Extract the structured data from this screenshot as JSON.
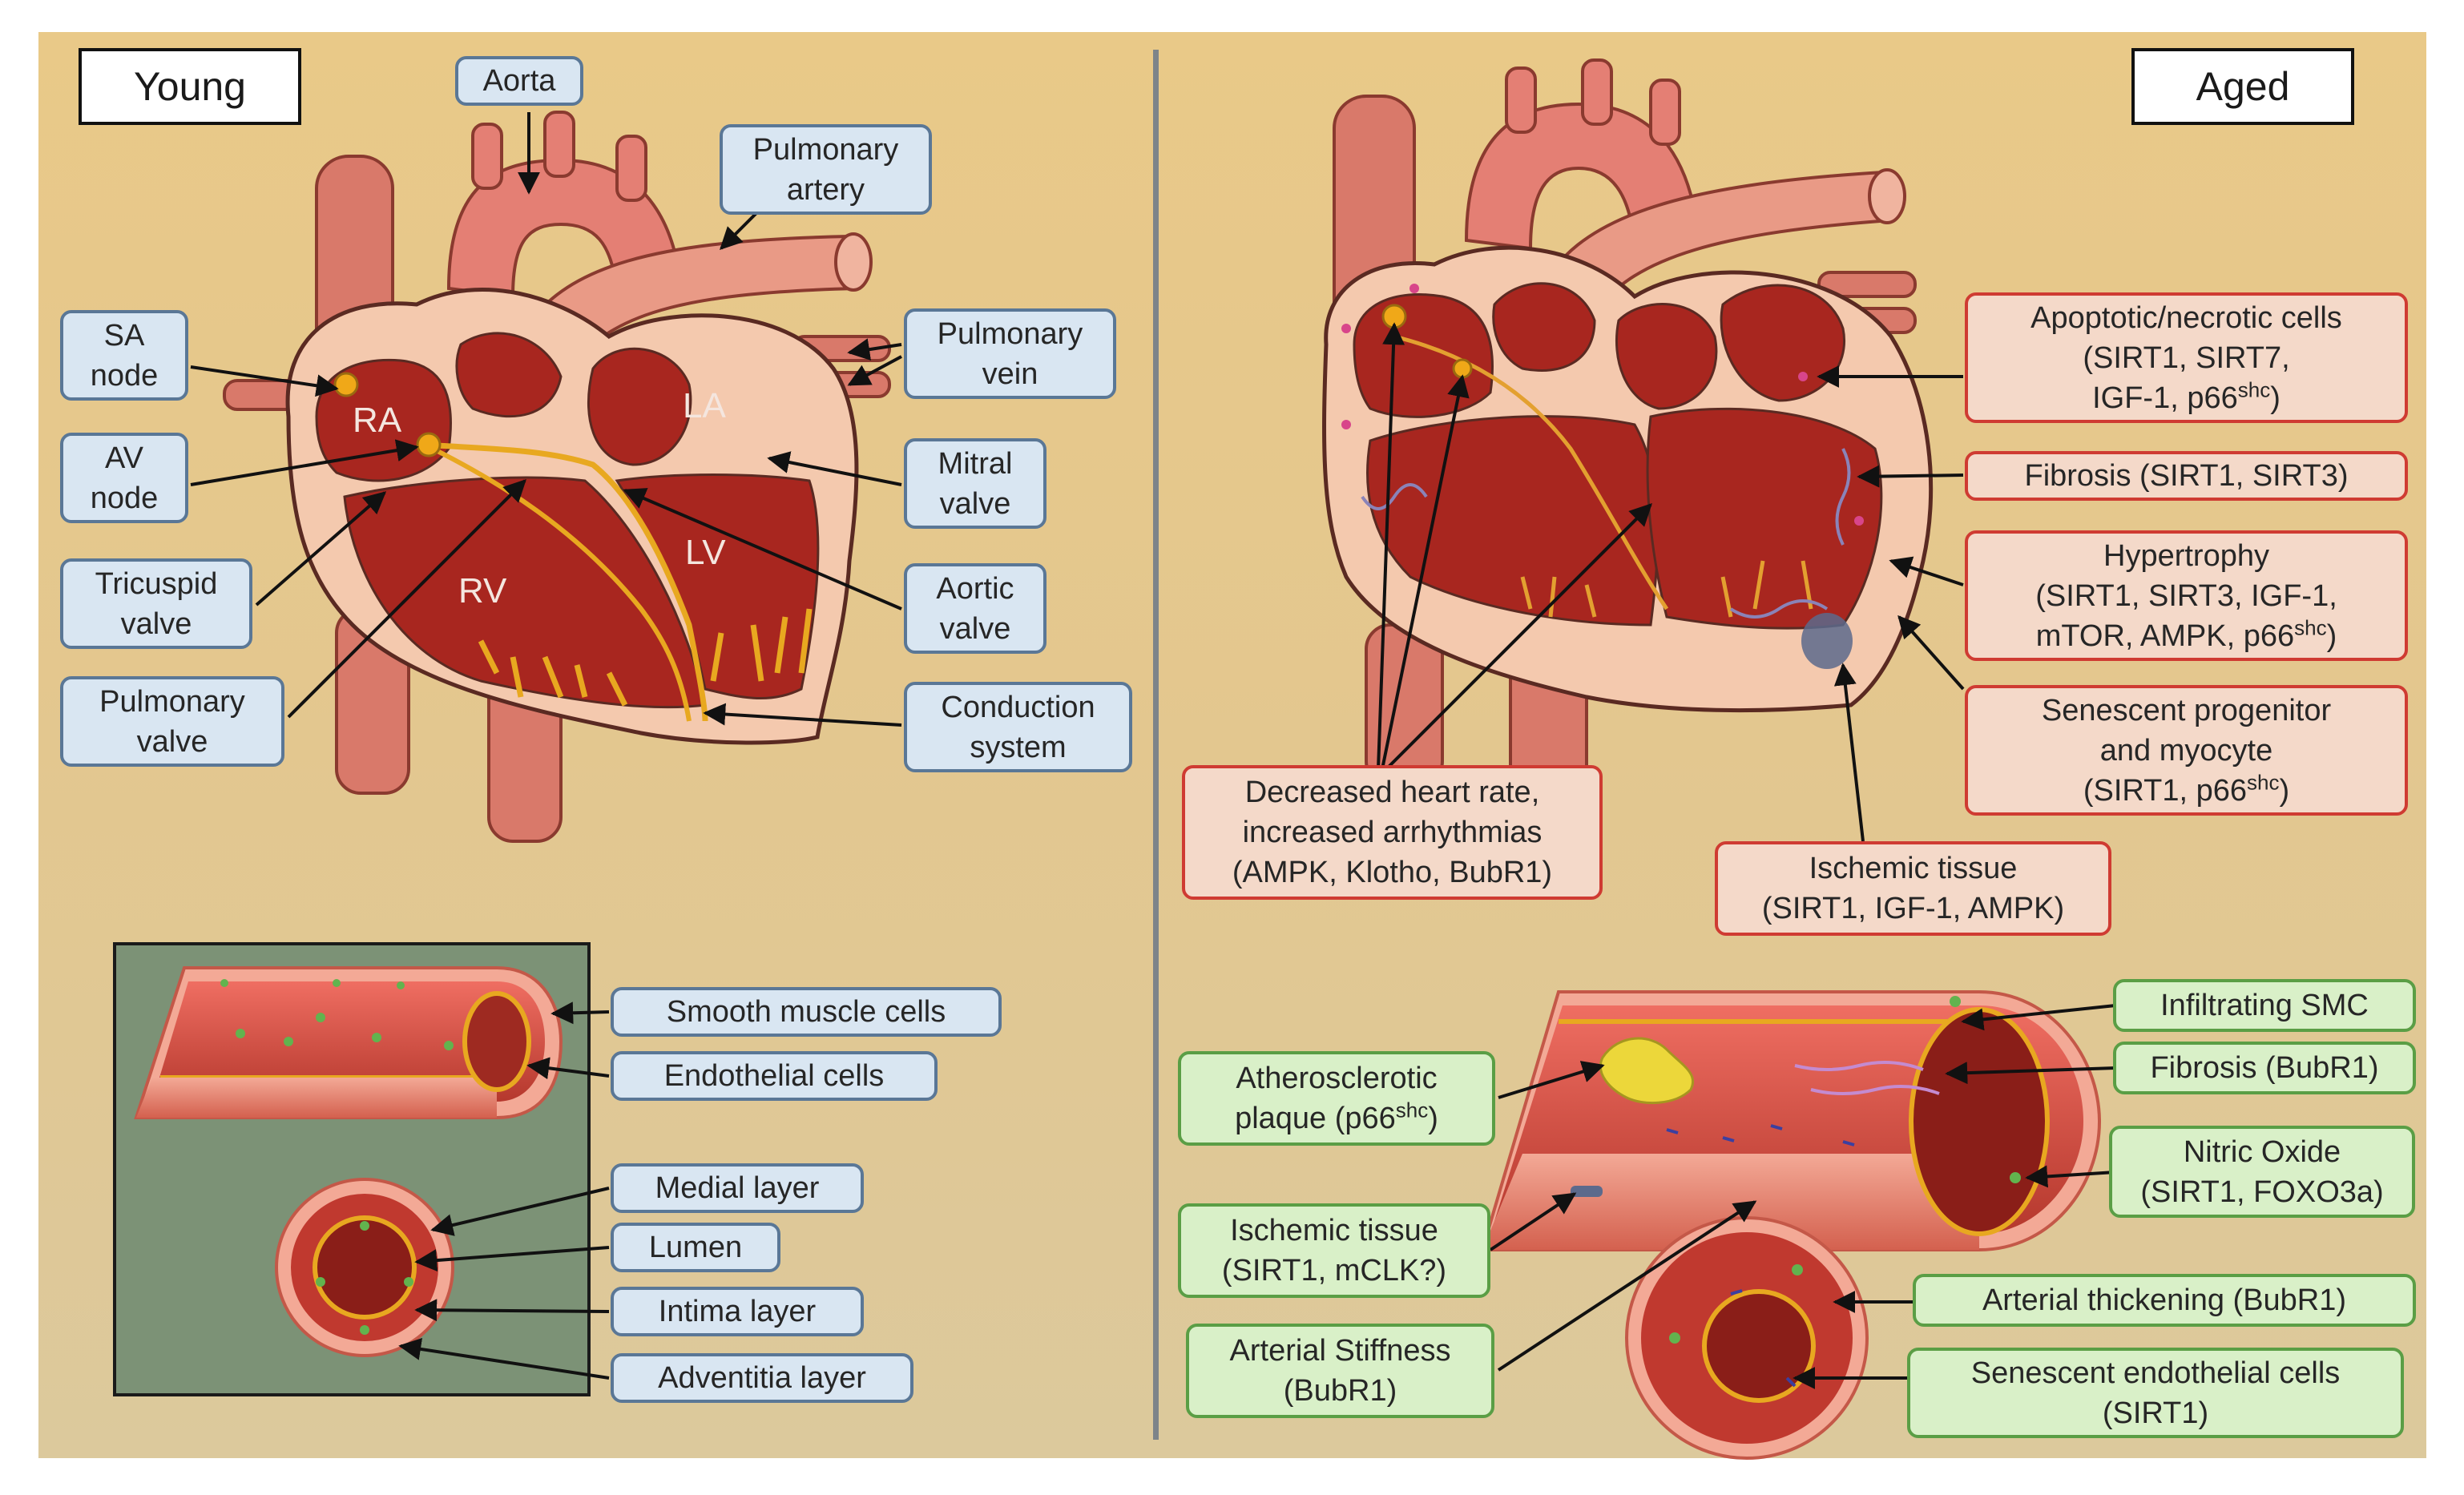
{
  "headers": {
    "young": "Young",
    "aged": "Aged"
  },
  "young": {
    "aorta": "Aorta",
    "pulmonary_artery": "Pulmonary\nartery",
    "sa_node": "SA\nnode",
    "av_node": "AV\nnode",
    "tricuspid_valve": "Tricuspid\nvalve",
    "pulmonary_valve": "Pulmonary\nvalve",
    "pulmonary_vein": "Pulmonary\nvein",
    "mitral_valve": "Mitral\nvalve",
    "aortic_valve": "Aortic\nvalve",
    "conduction_system": "Conduction\nsystem",
    "chambers": {
      "ra": "RA",
      "la": "LA",
      "rv": "RV",
      "lv": "LV"
    },
    "vessel": {
      "smooth_muscle_cells": "Smooth muscle cells",
      "endothelial_cells": "Endothelial cells",
      "medial_layer": "Medial layer",
      "lumen": "Lumen",
      "intima_layer": "Intima layer",
      "adventitia_layer": "Adventitia layer"
    }
  },
  "aged": {
    "apoptotic": {
      "line1": "Apoptotic/necrotic cells",
      "line2": "(SIRT1, SIRT7,",
      "line3_pre": "IGF-1, p66",
      "line3_sup": "shc",
      "line3_post": ")"
    },
    "fibrosis_heart": "Fibrosis (SIRT1, SIRT3)",
    "hypertrophy": {
      "line1": "Hypertrophy",
      "line2": "(SIRT1, SIRT3, IGF-1,",
      "line3_pre": "mTOR, AMPK, p66",
      "line3_sup": "shc",
      "line3_post": ")"
    },
    "senescent_progenitor": {
      "line1": "Senescent progenitor",
      "line2": "and myocyte",
      "line3_pre": "(SIRT1, p66",
      "line3_sup": "shc",
      "line3_post": ")"
    },
    "decreased_heart_rate": "Decreased heart rate,\nincreased arrhythmias\n(AMPK, Klotho, BubR1)",
    "ischemic_heart": "Ischemic tissue\n(SIRT1, IGF-1, AMPK)",
    "vessel": {
      "atherosclerotic": {
        "line1": "Atherosclerotic",
        "line2_pre": "plaque (p66",
        "line2_sup": "shc",
        "line2_post": ")"
      },
      "infiltrating_smc": "Infiltrating SMC",
      "fibrosis_vessel": "Fibrosis (BubR1)",
      "nitric_oxide": "Nitric Oxide\n(SIRT1, FOXO3a)",
      "ischemic_vessel": "Ischemic tissue\n(SIRT1, mCLK?)",
      "arterial_stiffness": "Arterial Stiffness\n(BubR1)",
      "arterial_thickening": "Arterial thickening (BubR1)",
      "senescent_endothelial": "Senescent endothelial cells\n(SIRT1)"
    }
  },
  "colors": {
    "background": "#e6c98d",
    "heart_wall": "#f4c9ae",
    "chamber": "#a8261f",
    "vessel": "#e07a6c",
    "conduction": "#e8a820",
    "blue_label_border": "#5a7796",
    "red_label_border": "#cf3b32",
    "green_label_border": "#5a9e45",
    "inset_panel": "#7c9276"
  }
}
